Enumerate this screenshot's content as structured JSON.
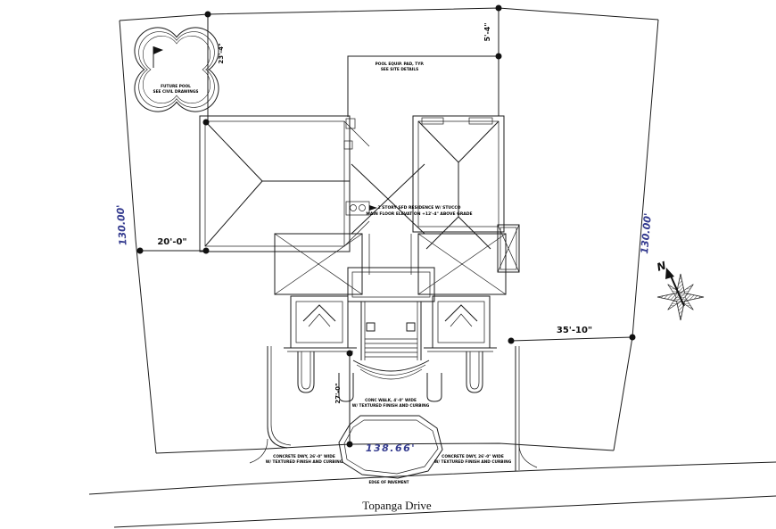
{
  "drawing": {
    "street": {
      "name": "Topanga Drive"
    },
    "north_label": "N",
    "dims": {
      "left_boundary": "130.00'",
      "right_boundary": "130.00'",
      "frontage": "138.66'",
      "side_setback": "20'-0\"",
      "rear_setback": "35'-10\"",
      "top_setback": "5'-4\"",
      "pool_setback": "23'-4\"",
      "walk_length": "27'-0\""
    },
    "notes": {
      "pool_1": "FUTURE POOL",
      "pool_2": "SEE CIVIL DRAWINGS",
      "pad_1": "POOL EQUIP. PAD, TYP.",
      "pad_2": "SEE SITE DETAILS",
      "residence_1": "2 STORY SFD RESIDENCE W/ STUCCO",
      "residence_2": "MAIN FLOOR ELEVATION +12'-4\" ABOVE GRADE",
      "walk_1": "CONC WALK, 4'-0\" WIDE",
      "walk_2": "W/ TEXTURED FINISH AND CURBING",
      "dwy_left_1": "CONCRETE DWY, 26'-0\" WIDE",
      "dwy_left_2": "W/ TEXTURED FINISH AND CURBING",
      "dwy_right_1": "CONCRETE DWY, 26'-0\" WIDE",
      "dwy_right_2": "W/ TEXTURED FINISH AND CURBING",
      "pavement": "EDGE OF PAVEMENT"
    },
    "colors": {
      "line": "#1b1b1b",
      "survey_text": "#343b8f"
    }
  }
}
